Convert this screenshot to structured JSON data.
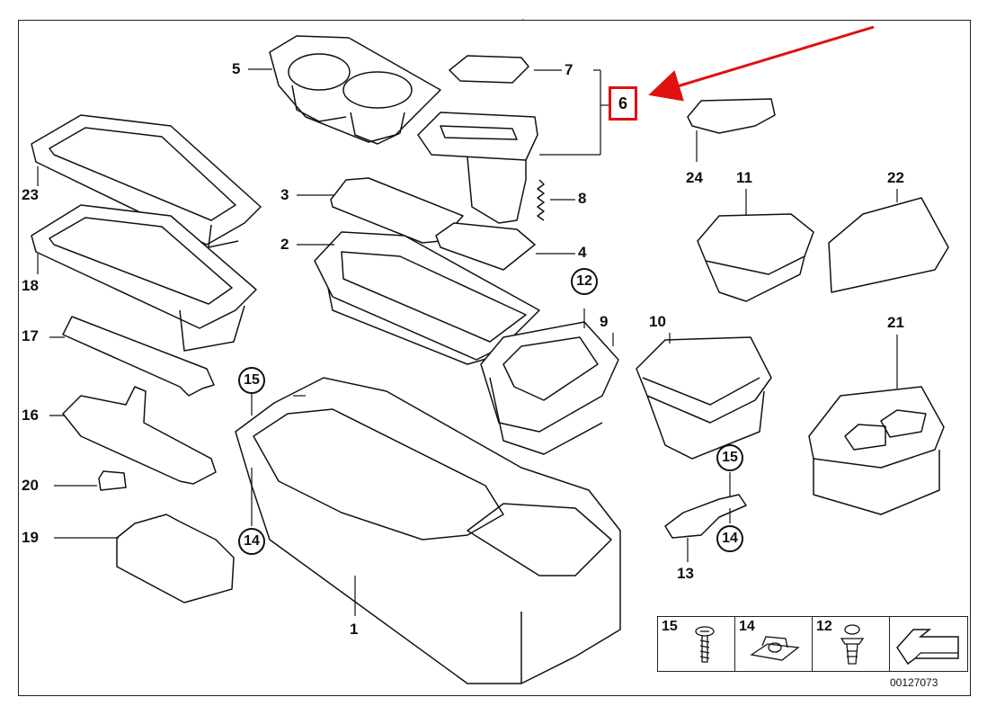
{
  "labels": {
    "l1": "1",
    "l2": "2",
    "l3": "3",
    "l4": "4",
    "l5": "5",
    "l6": "6",
    "l7": "7",
    "l8": "8",
    "l9": "9",
    "l10": "10",
    "l11": "11",
    "l13": "13",
    "l16": "16",
    "l17": "17",
    "l18": "18",
    "l19": "19",
    "l20": "20",
    "l21": "21",
    "l22": "22",
    "l23": "23",
    "l24": "24"
  },
  "circled": {
    "c12": "12",
    "c15a": "15",
    "c14a": "14",
    "c15b": "15",
    "c14b": "14"
  },
  "legend": {
    "n15": "15",
    "n14": "14",
    "n12": "12"
  },
  "code": "00127073",
  "colors": {
    "highlight": "#e01010",
    "line": "#111111"
  }
}
